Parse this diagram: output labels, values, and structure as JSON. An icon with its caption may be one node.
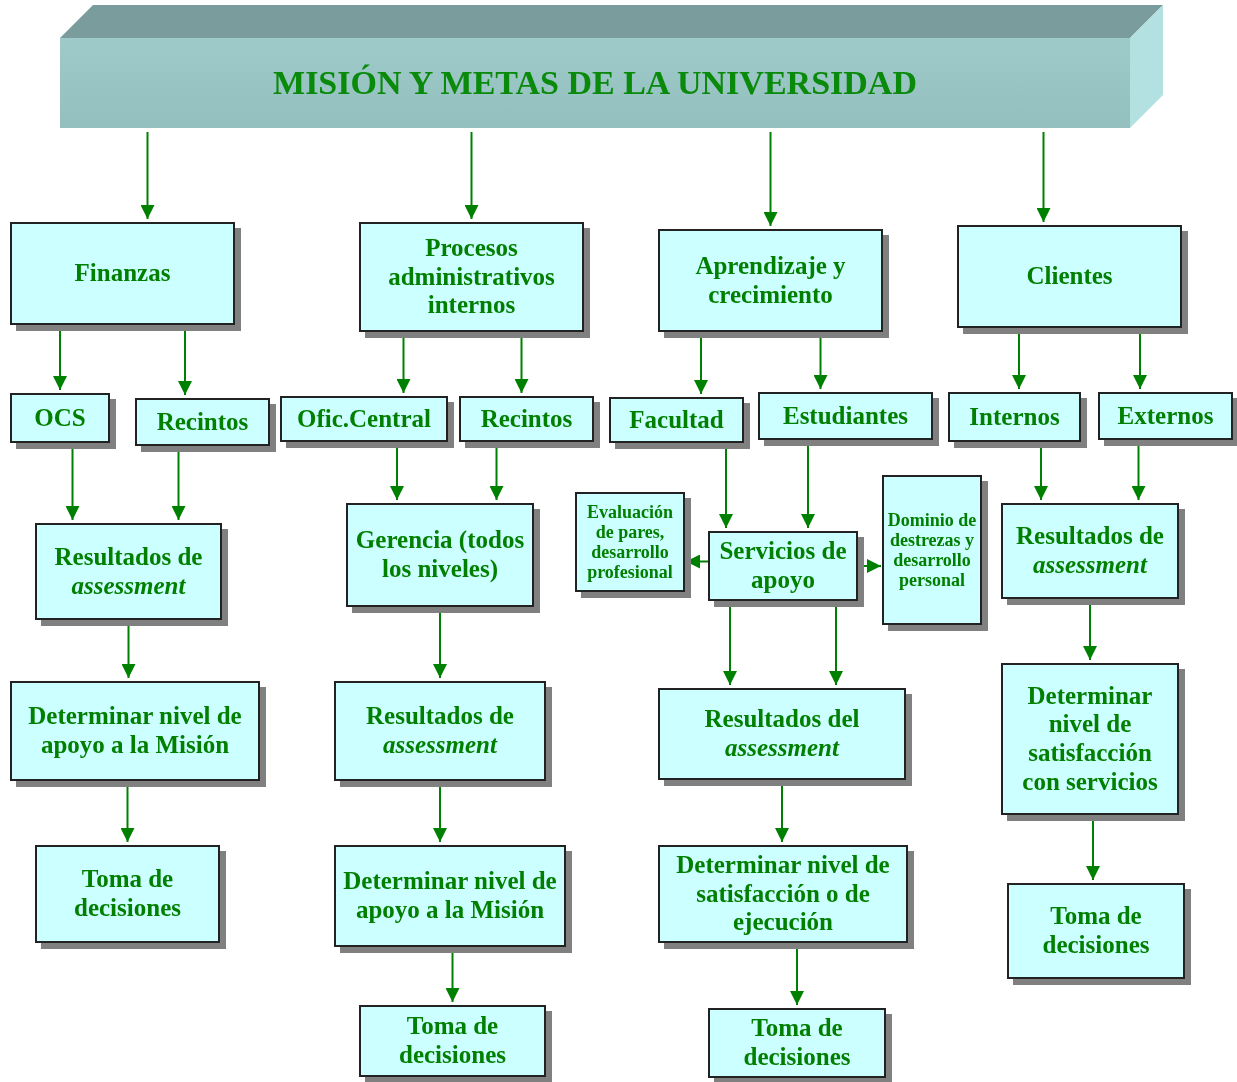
{
  "diagram": {
    "nodes": [
      {
        "text": [
          "MISIÓN Y METAS DE LA UNIVERSIDAD"
        ]
      },
      {
        "text": [
          "Finanzas"
        ]
      },
      {
        "text": [
          "Procesos administrativos internos"
        ]
      },
      {
        "text": [
          "Aprendizaje y crecimiento"
        ]
      },
      {
        "text": [
          "Clientes"
        ]
      },
      {
        "text": [
          "OCS"
        ]
      },
      {
        "text": [
          "Recintos"
        ]
      },
      {
        "text": [
          "Ofic.Central"
        ]
      },
      {
        "text": [
          "Recintos"
        ]
      },
      {
        "text": [
          "Facultad"
        ]
      },
      {
        "text": [
          "Estudiantes"
        ]
      },
      {
        "text": [
          "Internos"
        ]
      },
      {
        "text": [
          "Externos"
        ]
      },
      {
        "text": [
          "Resultados de *assessment*"
        ]
      },
      {
        "text": [
          "Gerencia (todos los niveles)"
        ]
      },
      {
        "text": [
          "Evaluación de pares, desarrollo profesional"
        ]
      },
      {
        "text": [
          "Servicios de apoyo"
        ]
      },
      {
        "text": [
          "Dominio de destrezas y desarrollo personal"
        ]
      },
      {
        "text": [
          "Resultados de *assessment*"
        ]
      },
      {
        "text": [
          "Determinar nivel de apoyo a la Misión"
        ]
      },
      {
        "text": [
          "Resultados de *assessment*"
        ]
      },
      {
        "text": [
          "Resultados del *assessment*"
        ]
      },
      {
        "text": [
          "Determinar nivel de satisfacción con servicios"
        ]
      },
      {
        "text": [
          "Toma de decisiones"
        ]
      },
      {
        "text": [
          "Determinar nivel de apoyo a la Misión"
        ]
      },
      {
        "text": [
          "Determinar nivel de satisfacción o de ejecución"
        ]
      },
      {
        "text": [
          "Toma de decisiones"
        ]
      },
      {
        "text": [
          "Toma de decisiones"
        ]
      },
      {
        "text": [
          "Toma de decisiones"
        ]
      }
    ],
    "edges": [
      {
        "from": 0,
        "to": 1,
        "arrow": "to"
      },
      {
        "from": 0,
        "to": 2,
        "arrow": "to"
      },
      {
        "from": 0,
        "to": 3,
        "arrow": "to"
      },
      {
        "from": 0,
        "to": 4,
        "arrow": "to"
      },
      {
        "from": 1,
        "to": 5,
        "arrow": "to"
      },
      {
        "from": 1,
        "to": 6,
        "arrow": "to"
      },
      {
        "from": 2,
        "to": 7,
        "arrow": "to"
      },
      {
        "from": 2,
        "to": 8,
        "arrow": "to"
      },
      {
        "from": 3,
        "to": 9,
        "arrow": "to"
      },
      {
        "from": 3,
        "to": 10,
        "arrow": "to"
      },
      {
        "from": 4,
        "to": 11,
        "arrow": "to"
      },
      {
        "from": 4,
        "to": 12,
        "arrow": "to"
      },
      {
        "from": 5,
        "to": 13,
        "arrow": "to"
      },
      {
        "from": 6,
        "to": 13,
        "arrow": "to"
      },
      {
        "from": 7,
        "to": 14,
        "arrow": "to"
      },
      {
        "from": 8,
        "to": 14,
        "arrow": "to"
      },
      {
        "from": 9,
        "to": 16,
        "arrow": "to"
      },
      {
        "from": 10,
        "to": 16,
        "arrow": "to"
      },
      {
        "from": 16,
        "to": 15,
        "arrow": "to"
      },
      {
        "from": 16,
        "to": 17,
        "arrow": "to"
      },
      {
        "from": 16,
        "to": 21,
        "arrow": "to"
      },
      {
        "from": 16,
        "to": 21,
        "arrow": "to"
      },
      {
        "from": 11,
        "to": 18,
        "arrow": "to"
      },
      {
        "from": 12,
        "to": 18,
        "arrow": "to"
      },
      {
        "from": 13,
        "to": 19,
        "arrow": "to"
      },
      {
        "from": 19,
        "to": 23,
        "arrow": "to"
      },
      {
        "from": 14,
        "to": 20,
        "arrow": "to"
      },
      {
        "from": 20,
        "to": 24,
        "arrow": "to"
      },
      {
        "from": 24,
        "to": 27,
        "arrow": "to"
      },
      {
        "from": 21,
        "to": 25,
        "arrow": "to"
      },
      {
        "from": 25,
        "to": 28,
        "arrow": "to"
      },
      {
        "from": 18,
        "to": 22,
        "arrow": "to"
      },
      {
        "from": 22,
        "to": 26,
        "arrow": "to"
      }
    ]
  }
}
